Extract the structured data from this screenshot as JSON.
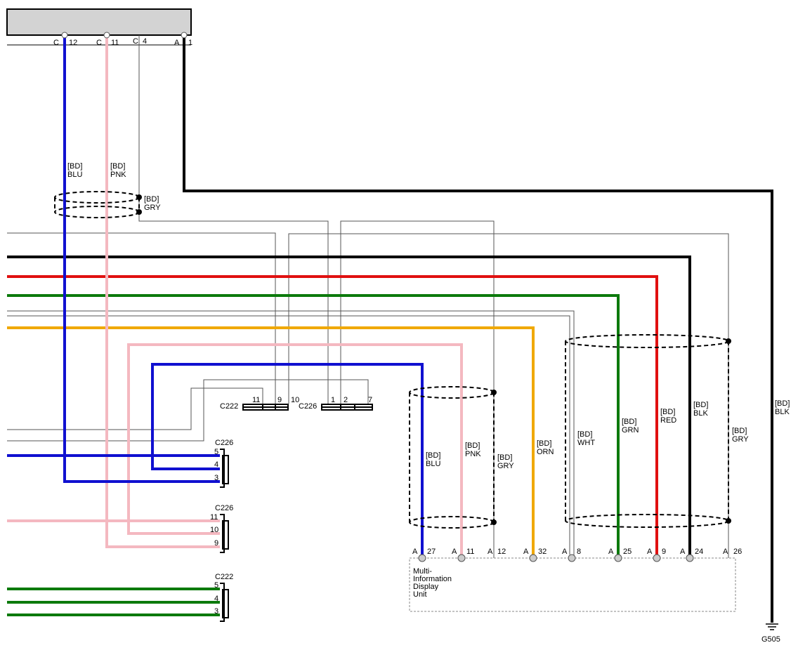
{
  "top_connector": {
    "pins": [
      {
        "conn": "C",
        "pin": "12"
      },
      {
        "conn": "C",
        "pin": "11"
      },
      {
        "conn": "C",
        "pin": "4"
      },
      {
        "conn": "A",
        "pin": "1"
      }
    ]
  },
  "wire_labels": {
    "blu_top": [
      "[BD]",
      "BLU"
    ],
    "pnk_top": [
      "[BD]",
      "PNK"
    ],
    "gry_top": [
      "[BD]",
      "GRY"
    ],
    "blk_right": [
      "[BD]",
      "BLK"
    ],
    "blu_mid": [
      "[BD]",
      "BLU"
    ],
    "pnk_mid": [
      "[BD]",
      "PNK"
    ],
    "gry_mid": [
      "[BD]",
      "GRY"
    ],
    "orn_mid": [
      "[BD]",
      "ORN"
    ],
    "wht_mid": [
      "[BD]",
      "WHT"
    ],
    "grn_mid": [
      "[BD]",
      "GRN"
    ],
    "red_mid": [
      "[BD]",
      "RED"
    ],
    "blk_mid": [
      "[BD]",
      "BLK"
    ],
    "gry_right": [
      "[BD]",
      "GRY"
    ]
  },
  "inline_connectors": {
    "c222_name": "C222",
    "c222_pins": [
      "11",
      "9",
      "10"
    ],
    "c226_name": "C226",
    "c226_pins": [
      "1",
      "2",
      "7"
    ]
  },
  "side_connectors": [
    {
      "name": "C226",
      "pins": [
        "5",
        "4",
        "3"
      ]
    },
    {
      "name": "C226",
      "pins": [
        "11",
        "10",
        "9"
      ]
    },
    {
      "name": "C222",
      "pins": [
        "5",
        "4",
        "3"
      ]
    }
  ],
  "mid_unit": {
    "name_lines": [
      "Multi-",
      "Information",
      "Display",
      "Unit"
    ],
    "pins": [
      {
        "conn": "A",
        "pin": "27"
      },
      {
        "conn": "A",
        "pin": "11"
      },
      {
        "conn": "A",
        "pin": "12"
      },
      {
        "conn": "A",
        "pin": "32"
      },
      {
        "conn": "A",
        "pin": "8"
      },
      {
        "conn": "A",
        "pin": "25"
      },
      {
        "conn": "A",
        "pin": "9"
      },
      {
        "conn": "A",
        "pin": "24"
      },
      {
        "conn": "A",
        "pin": "26"
      }
    ]
  },
  "ground": {
    "name": "G505"
  },
  "colors": {
    "blu": "#1010d0",
    "pnk": "#f4b8c0",
    "red": "#e01010",
    "grn": "#0c7a0c",
    "orn": "#f0a800",
    "blk": "#000000",
    "thin": "#555555",
    "unit_fill": "#d3d3d3"
  }
}
